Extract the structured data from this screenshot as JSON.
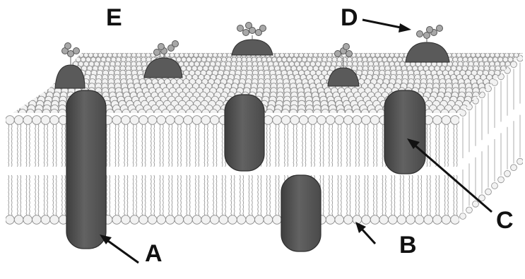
{
  "labels": {
    "A": "A",
    "B": "B",
    "C": "C",
    "D": "D",
    "E": "E"
  },
  "colors": {
    "background": "#ffffff",
    "protein": "#5a5a5a",
    "protein_edge": "#2e2e2e",
    "lipid_head": "#f2f2f2",
    "lipid_outline": "#8a8a8a",
    "tail": "#9a9a9a",
    "sugar": "#a8a8a8",
    "arrow": "#111111",
    "text": "#111111"
  },
  "icons": {
    "protein": "membrane-protein-icon",
    "glycoprotein": "glycoprotein-icon",
    "lipid": "phospholipid-icon"
  }
}
